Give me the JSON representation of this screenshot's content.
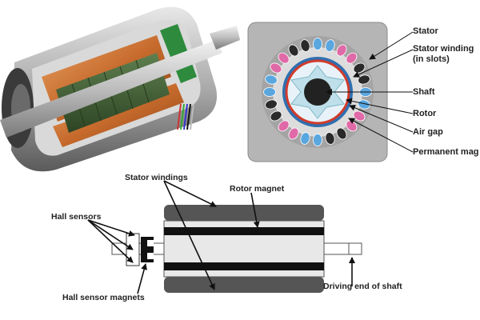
{
  "cross_section_labels": {
    "stator": "Stator",
    "stator_winding_line1": "Stator winding",
    "stator_winding_line2": "(in slots)",
    "shaft": "Shaft",
    "rotor": "Rotor",
    "air_gap": "Air gap",
    "permanent_magnet": "Permanent mag"
  },
  "schematic_labels": {
    "stator_windings": "Stator windings",
    "rotor_magnet": "Rotor magnet",
    "hall_sensors": "Hall sensors",
    "hall_sensor_magnets": "Hall sensor magnets",
    "driving_end": "Driving end of shaft"
  },
  "colors": {
    "text": "#222222",
    "stator_fill": "#b5b5b5",
    "copper": "#c66a2c",
    "winding_blue": "#5aa7e0",
    "winding_pink": "#e06aa8",
    "winding_black": "#2a2a2a",
    "rotor_ring": "#d23a2a",
    "schematic_dark": "#555555"
  }
}
